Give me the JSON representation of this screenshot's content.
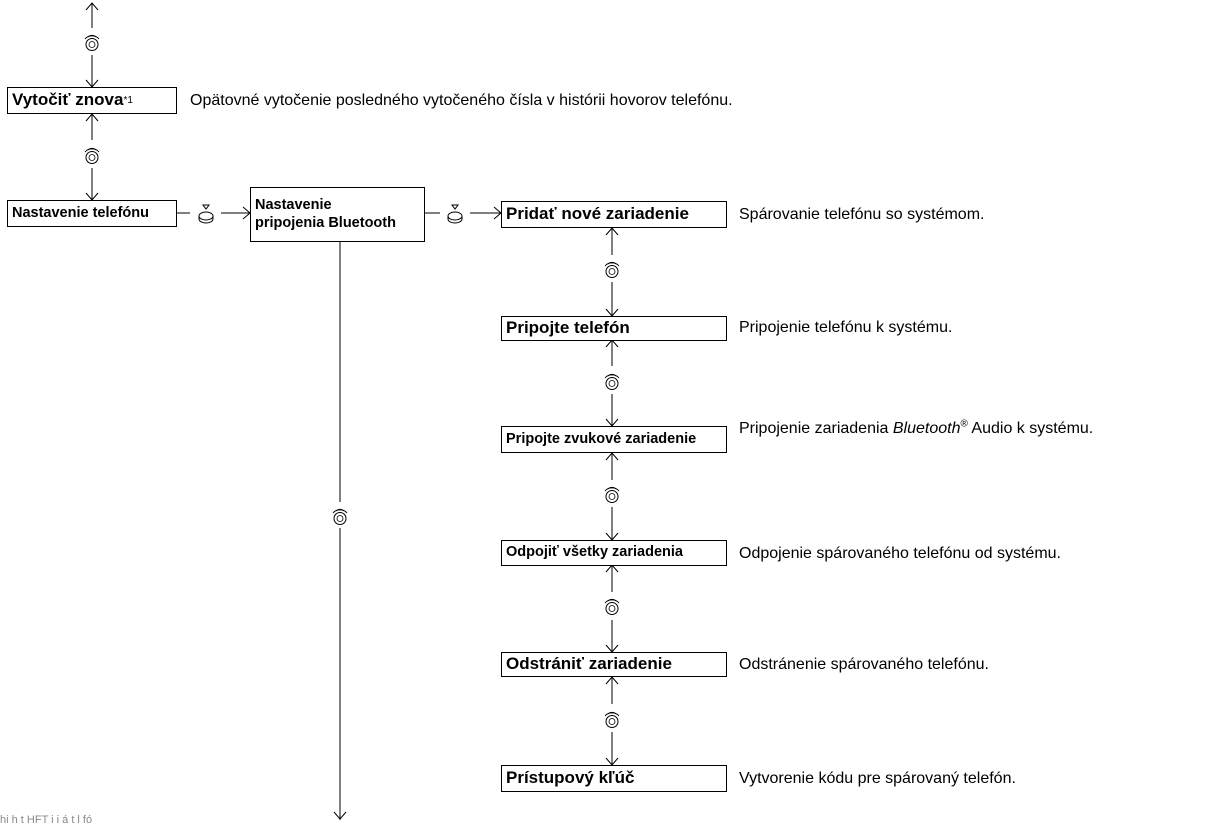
{
  "nodes": {
    "redial": {
      "label": "Vytočiť znova",
      "footnote": "*1",
      "desc": "Opätovné vytočenie posledného vytočeného čísla v histórii hovorov telefónu."
    },
    "phone_settings": {
      "label": "Nastavenie telefónu"
    },
    "bt_setup": {
      "line1": "Nastavenie",
      "line2": "pripojenia Bluetooth"
    },
    "add_device": {
      "label": "Pridať nové zariadenie",
      "desc": "Spárovanie telefónu so systémom."
    },
    "connect_phone": {
      "label": "Pripojte telefón",
      "desc": "Pripojenie telefónu k systému."
    },
    "connect_audio": {
      "label": "Pripojte zvukové zariadenie",
      "desc_pre": "Pripojenie zariadenia ",
      "desc_brand": "Bluetooth",
      "desc_mark": "®",
      "desc_post": " Audio k systému."
    },
    "disconnect_all": {
      "label": "Odpojiť všetky zariadenia",
      "desc": "Odpojenie spárovaného telefónu od systému."
    },
    "remove_device": {
      "label": "Odstrániť zariadenie",
      "desc": "Odstránenie spárovaného telefónu."
    },
    "passkey": {
      "label": "Prístupový kľúč",
      "desc": "Vytvorenie kódu pre spárovaný telefón."
    }
  },
  "footer_text": "hi h t    HFT  i  i  á t l fó",
  "icons": {
    "rotate": "dial-rotate-icon",
    "press": "dial-press-icon"
  },
  "colors": {
    "line": "#000000",
    "box_border": "#000000",
    "background": "#ffffff"
  }
}
